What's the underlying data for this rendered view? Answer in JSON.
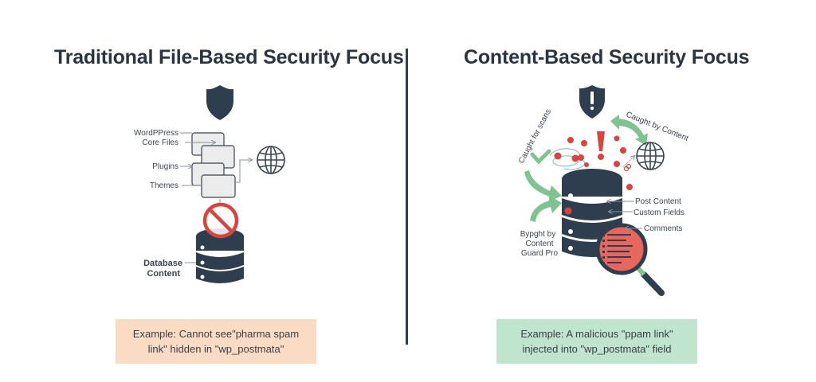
{
  "left_panel": {
    "title": "Traditional File-Based Security Focus",
    "labels": {
      "core_files_line1": "WordPPress",
      "core_files_line2": "Core Files",
      "plugins": "Plugins",
      "themes": "Themes",
      "database_line1": "Database",
      "database_line2": "Content"
    },
    "caption_line1": "Example: Cannot see\"pharma spam",
    "caption_line2": "link\" hidden in \"wp_postmata\"",
    "icons": [
      "shield-icon",
      "file-stack-icon",
      "globe-icon",
      "prohibited-icon",
      "database-icon"
    ]
  },
  "right_panel": {
    "title": "Content-Based Security Focus",
    "labels": {
      "caught_scans": "Caught for scans",
      "caught_content": "Caught by Content",
      "post_content": "Post Content",
      "custom_fields": "Custom Fields",
      "comments": "Comments",
      "bypass_line1": "Bypght by",
      "bypass_line2": "Content",
      "bypass_line3": "Guard Pro"
    },
    "caption_line1": "Example: A malicious \"ppam link\"",
    "caption_line2": "injected into \"wp_postmata\" field",
    "icons": [
      "shield-alert-icon",
      "exclamation-icon",
      "checkmark-icon",
      "globe-icon",
      "database-icon",
      "magnifier-icon",
      "malware-bug-icon"
    ]
  },
  "colors": {
    "dark": "#2f3e4e",
    "red": "#d9443f",
    "green": "#7fc391",
    "peach": "#fadcc4",
    "mint": "#bfe5cf"
  }
}
